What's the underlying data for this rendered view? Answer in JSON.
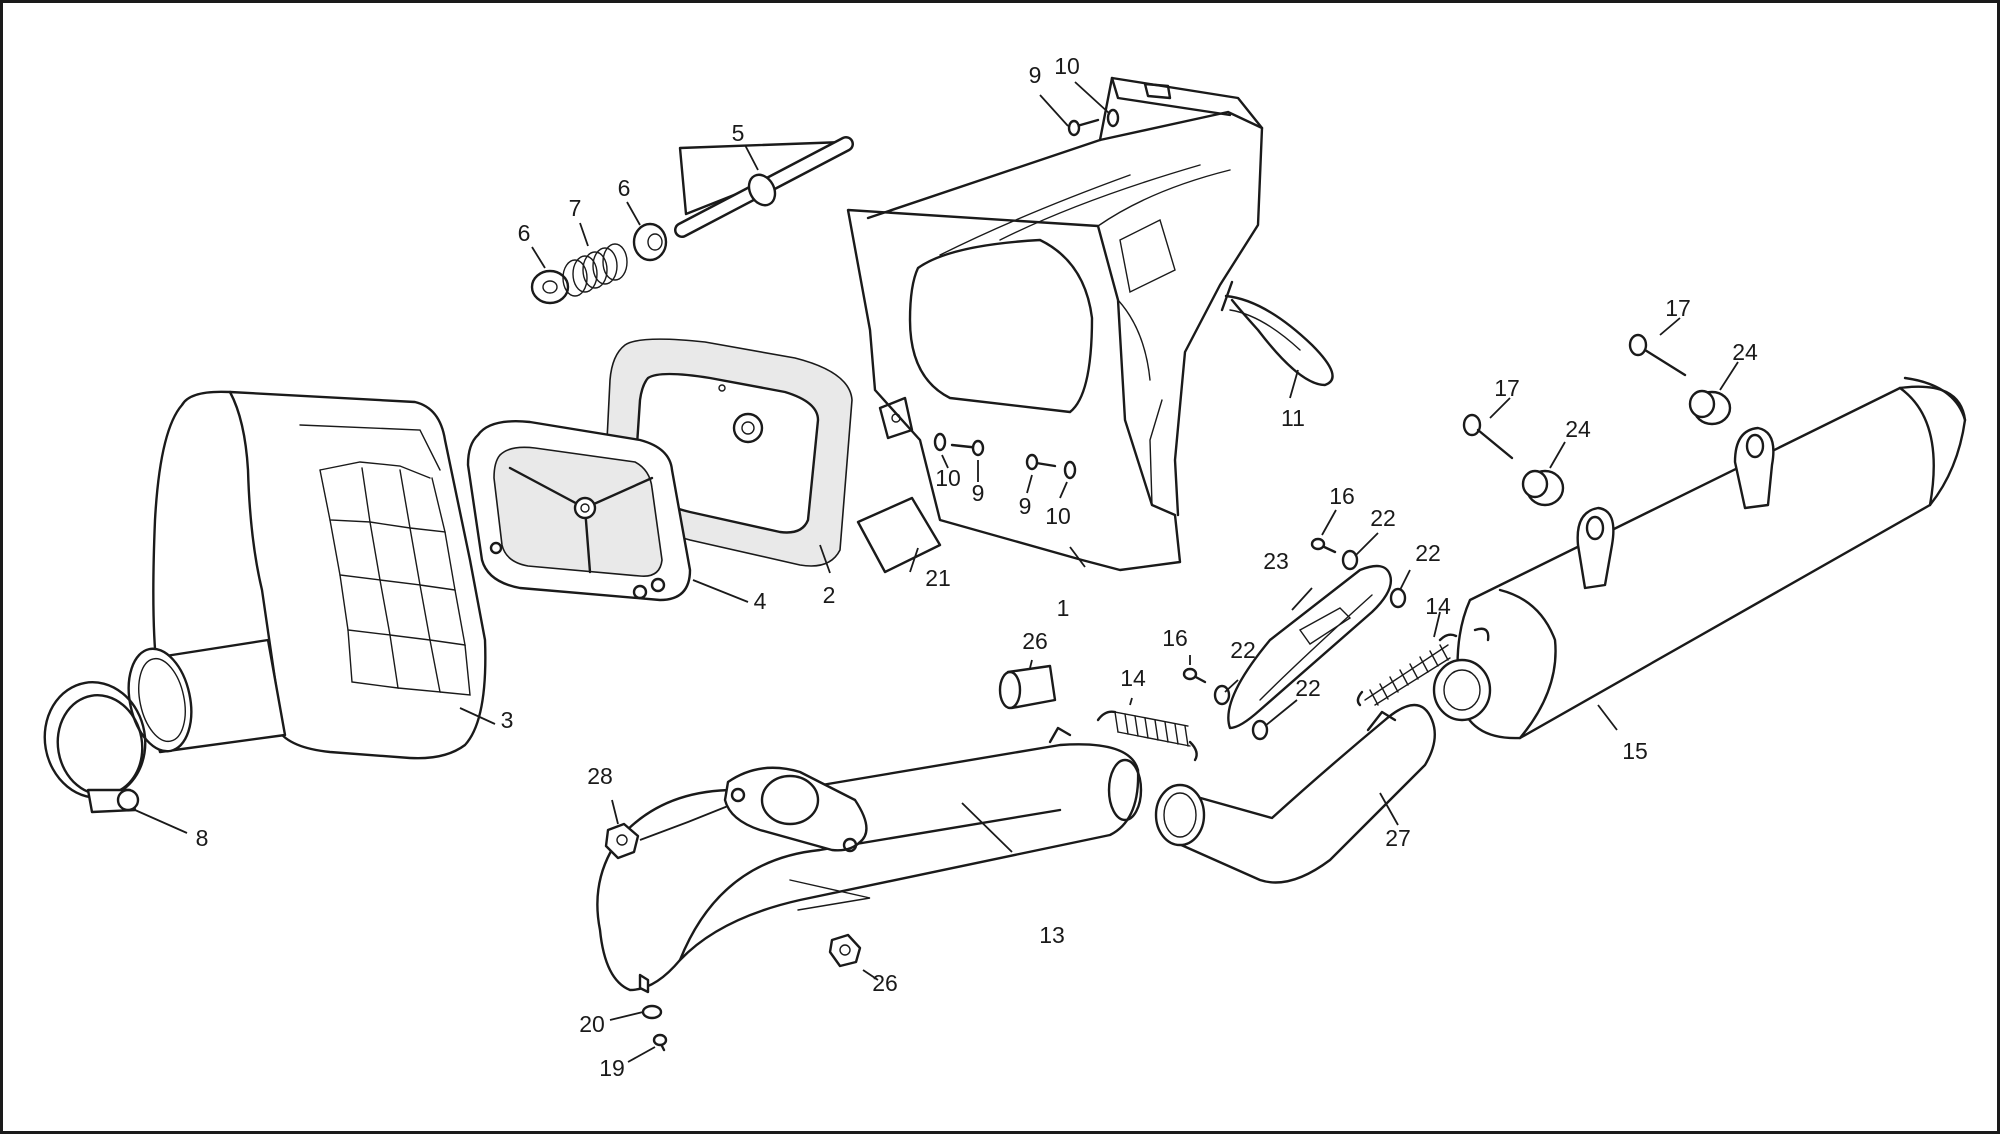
{
  "callouts": [
    {
      "id": "c1",
      "text": "1"
    },
    {
      "id": "c2",
      "text": "2"
    },
    {
      "id": "c3",
      "text": "3"
    },
    {
      "id": "c4",
      "text": "4"
    },
    {
      "id": "c5",
      "text": "5"
    },
    {
      "id": "c6a",
      "text": "6"
    },
    {
      "id": "c6b",
      "text": "6"
    },
    {
      "id": "c7",
      "text": "7"
    },
    {
      "id": "c8",
      "text": "8"
    },
    {
      "id": "c9a",
      "text": "9"
    },
    {
      "id": "c9b",
      "text": "9"
    },
    {
      "id": "c9c",
      "text": "9"
    },
    {
      "id": "c10a",
      "text": "10"
    },
    {
      "id": "c10b",
      "text": "10"
    },
    {
      "id": "c10c",
      "text": "10"
    },
    {
      "id": "c11",
      "text": "11"
    },
    {
      "id": "c13",
      "text": "13"
    },
    {
      "id": "c14a",
      "text": "14"
    },
    {
      "id": "c14b",
      "text": "14"
    },
    {
      "id": "c15",
      "text": "15"
    },
    {
      "id": "c16a",
      "text": "16"
    },
    {
      "id": "c16b",
      "text": "16"
    },
    {
      "id": "c17a",
      "text": "17"
    },
    {
      "id": "c17b",
      "text": "17"
    },
    {
      "id": "c19",
      "text": "19"
    },
    {
      "id": "c20",
      "text": "20"
    },
    {
      "id": "c21",
      "text": "21"
    },
    {
      "id": "c22a",
      "text": "22"
    },
    {
      "id": "c22b",
      "text": "22"
    },
    {
      "id": "c22c",
      "text": "22"
    },
    {
      "id": "c22d",
      "text": "22"
    },
    {
      "id": "c23",
      "text": "23"
    },
    {
      "id": "c24a",
      "text": "24"
    },
    {
      "id": "c24b",
      "text": "24"
    },
    {
      "id": "c26a",
      "text": "26"
    },
    {
      "id": "c26b",
      "text": "26"
    },
    {
      "id": "c27",
      "text": "27"
    },
    {
      "id": "c28",
      "text": "28"
    }
  ]
}
